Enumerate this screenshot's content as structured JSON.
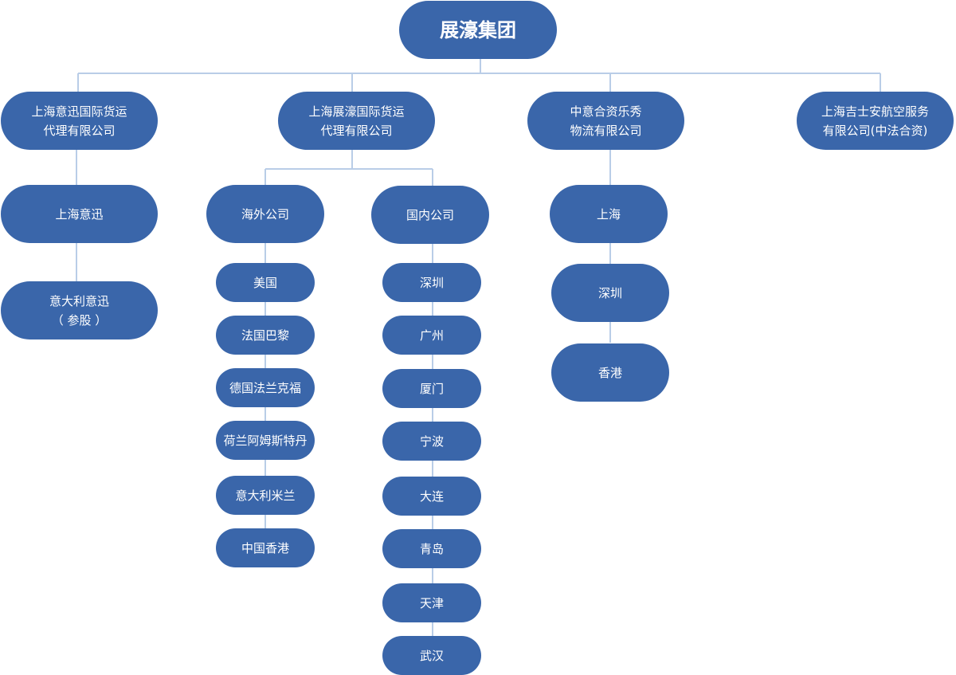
{
  "colors": {
    "node_fill": "#3a66aa",
    "connector": "#b9cde7",
    "text": "#ffffff",
    "background": "#ffffff"
  },
  "root": {
    "label": "展濠集团"
  },
  "companies": [
    {
      "lines": [
        "上海意迅国际货运",
        "代理有限公司"
      ]
    },
    {
      "lines": [
        "上海展濠国际货运",
        "代理有限公司"
      ]
    },
    {
      "lines": [
        "中意合资乐秀",
        "物流有限公司"
      ]
    },
    {
      "lines": [
        "上海吉士安航空服务",
        "有限公司(中法合资)"
      ]
    }
  ],
  "yixun": [
    {
      "lines": [
        "上海意迅"
      ]
    },
    {
      "lines": [
        "意大利意迅",
        "（ 参股 ）"
      ]
    }
  ],
  "zhanhao": {
    "overseas": {
      "label": "海外公司",
      "items": [
        "美国",
        "法国巴黎",
        "德国法兰克福",
        "荷兰阿姆斯特丹",
        "意大利米兰",
        "中国香港"
      ]
    },
    "domestic": {
      "label": "国内公司",
      "items": [
        "深圳",
        "广州",
        "厦门",
        "宁波",
        "大连",
        "青岛",
        "天津",
        "武汉"
      ]
    }
  },
  "lexiu": [
    "上海",
    "深圳",
    "香港"
  ]
}
